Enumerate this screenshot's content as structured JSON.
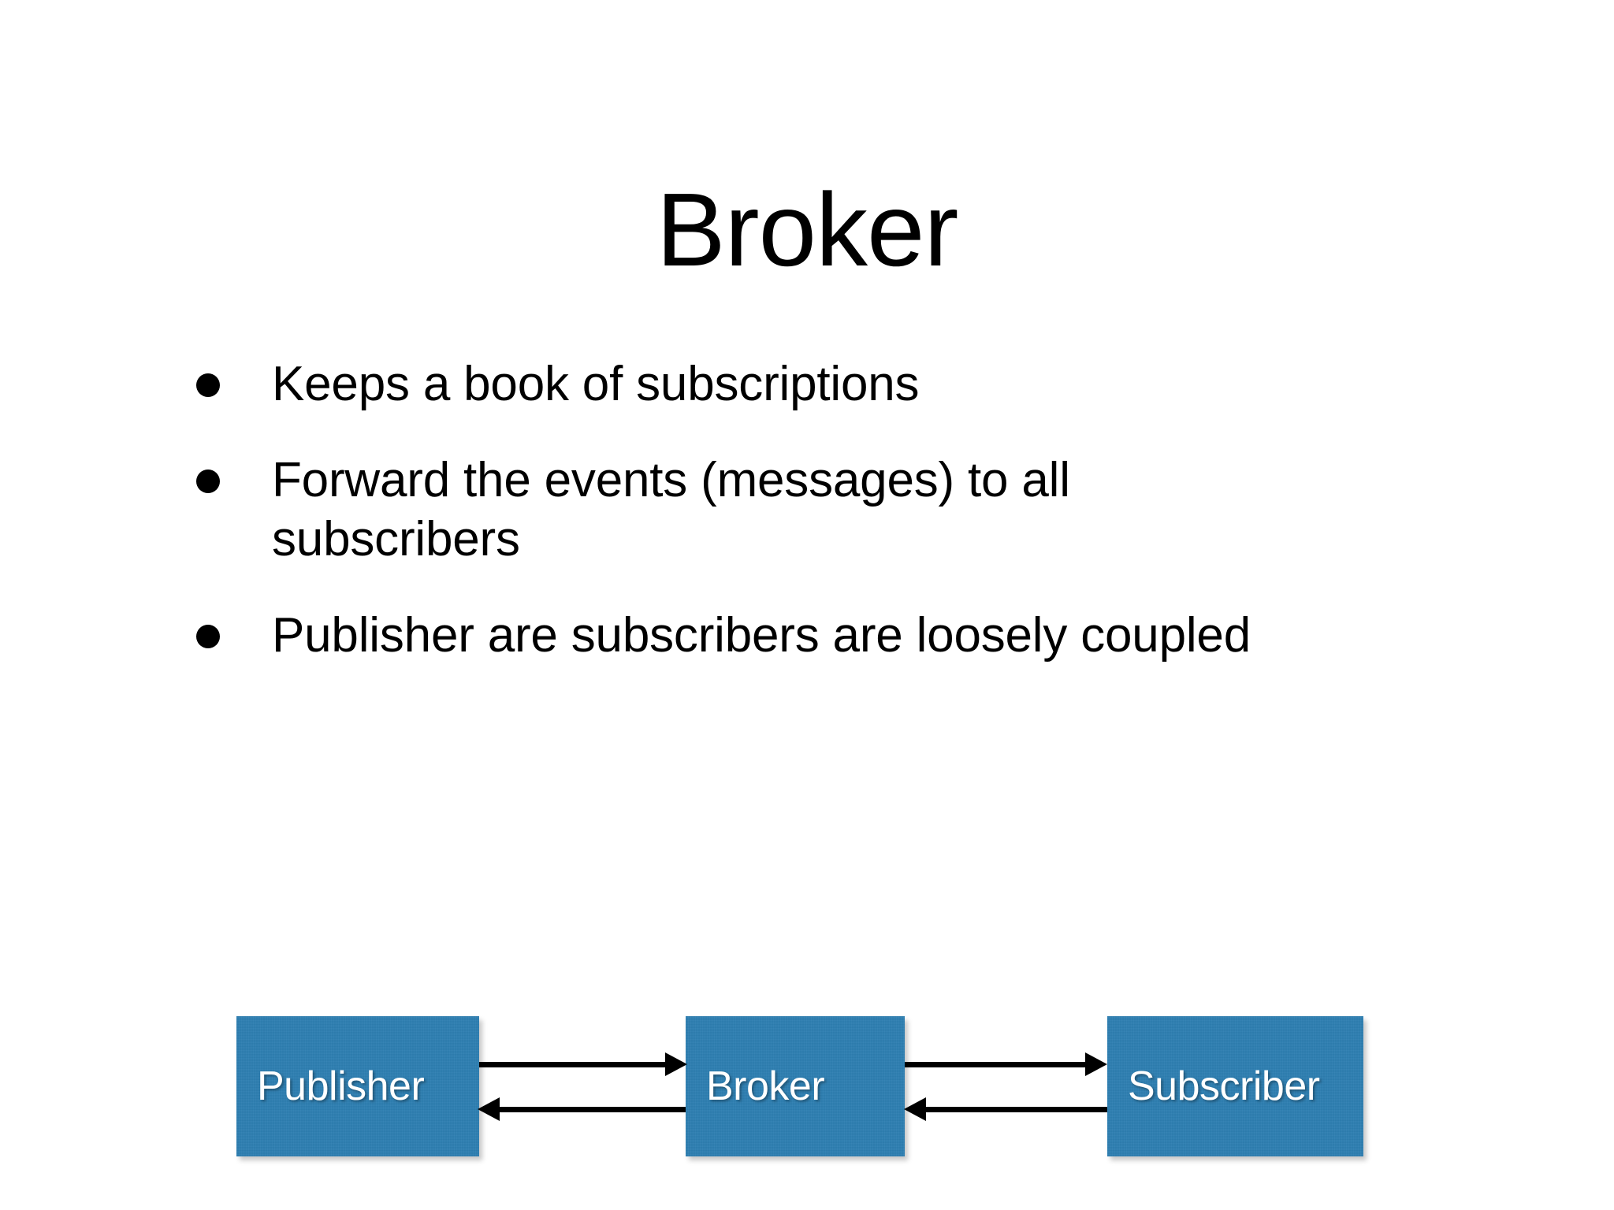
{
  "slide": {
    "title": "Broker",
    "background_color": "#ffffff",
    "text_color": "#000000"
  },
  "bullets": [
    {
      "text": "Keeps a book of subscriptions"
    },
    {
      "text": "Forward the events (messages) to all subscribers"
    },
    {
      "text": "Publisher are subscribers are loosely coupled"
    }
  ],
  "diagram": {
    "box_color": "#2e7fb2",
    "box_text_color": "#ffffff",
    "arrow_color": "#000000",
    "nodes": [
      {
        "id": "publisher",
        "label": "Publisher"
      },
      {
        "id": "broker",
        "label": "Broker"
      },
      {
        "id": "subscriber",
        "label": "Subscriber"
      }
    ],
    "arrows": [
      {
        "id": "publisher-to-broker",
        "direction": "right",
        "from": "Publisher",
        "to": "Broker"
      },
      {
        "id": "broker-to-publisher",
        "direction": "left",
        "from": "Broker",
        "to": "Publisher"
      },
      {
        "id": "broker-to-subscriber",
        "direction": "right",
        "from": "Broker",
        "to": "Subscriber"
      },
      {
        "id": "subscriber-to-broker",
        "direction": "left",
        "from": "Subscriber",
        "to": "Broker"
      }
    ]
  }
}
